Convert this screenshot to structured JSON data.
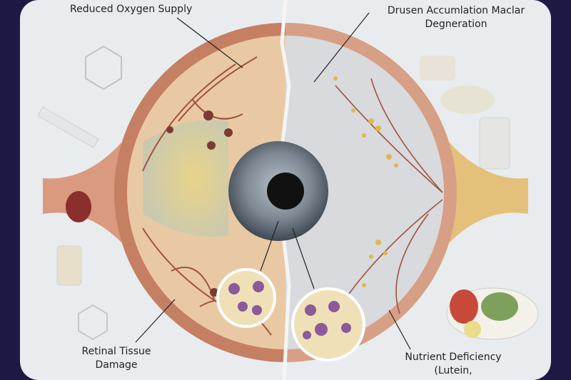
{
  "labels": {
    "top_left": "Reduced Oxygen Supply",
    "top_right_line1": "Drusen Accumlation Maclar",
    "top_right_line2": "Degneration",
    "bottom_left_line1": "Retinal Tissue",
    "bottom_left_line2": "Damage",
    "bottom_right_line1": "Nutrient Deficiency",
    "bottom_right_line2": "(Lutein,"
  },
  "colors": {
    "frame": "#1c1a45",
    "background": "#e9ecee",
    "left_tissue": "#e9c9a4",
    "right_tissue": "#d8dadd",
    "vessel": "#a0523d",
    "iris": "#6f7a86",
    "drusen": "#e2b64a"
  }
}
